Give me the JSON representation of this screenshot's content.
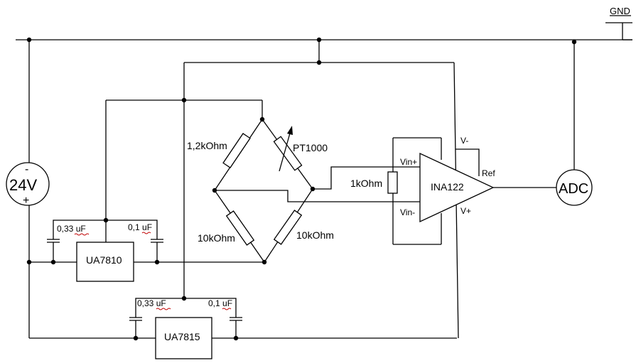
{
  "diagram": {
    "title": "",
    "labels": {
      "gnd": "GND",
      "supply_voltage": "24V",
      "supply_minus": "-",
      "supply_plus": "+",
      "r_top_left": "1,2kOhm",
      "r_pt1000": "PT1000",
      "r_bottom_left": "10kOhm",
      "r_bottom_right": "10kOhm",
      "r_gain": "1kOhm",
      "amp_name": "INA122",
      "amp_vin_plus": "Vin+",
      "amp_vin_minus": "Vin-",
      "amp_v_minus": "V-",
      "amp_v_plus": "V+",
      "amp_ref": "Ref",
      "adc": "ADC",
      "reg1": "UA7810",
      "reg2": "UA7815",
      "cap1_in": "0,33 uF",
      "cap1_out": "0,1 uF",
      "cap2_in": "0,33 uF",
      "cap2_out": "0,1 uF"
    }
  }
}
